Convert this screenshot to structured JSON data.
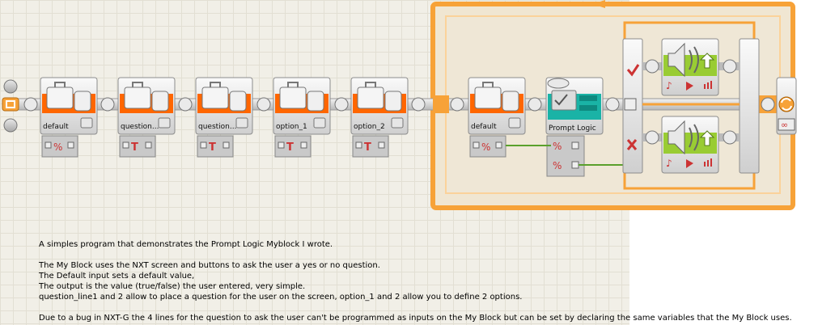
{
  "blocks": [
    {
      "label": "default",
      "kind": "variable",
      "plug": "logic"
    },
    {
      "label": "question...",
      "kind": "variable",
      "plug": "text"
    },
    {
      "label": "question...",
      "kind": "variable",
      "plug": "text"
    },
    {
      "label": "option_1",
      "kind": "variable",
      "plug": "text"
    },
    {
      "label": "option_2",
      "kind": "variable",
      "plug": "text"
    },
    {
      "label": "default",
      "kind": "variable",
      "plug": "logic"
    },
    {
      "label": "Prompt Logic",
      "kind": "myblock",
      "plug": "logic"
    }
  ],
  "switch_branches": {
    "true_icon": "check-icon",
    "false_icon": "cross-icon"
  },
  "sound_blocks": [
    {
      "icon": "speaker-icon"
    },
    {
      "icon": "speaker-icon"
    }
  ],
  "loop": {
    "icon": "loop-arrows-icon",
    "mode": "infinity-icon"
  },
  "comment": {
    "line1": "A simples program that demonstrates the Prompt Logic Myblock I wrote.",
    "line2": "The My Block uses the NXT screen and buttons to ask the user a yes or no question.",
    "line3": "The Default input sets a default value,",
    "line4": "The output is the value (true/false) the user entered, very simple.",
    "line5": "question_line1 and 2 allow to place a question for the user on the screen, option_1 and 2 allow you to define 2 options.",
    "line6": "Due to a bug in NXT-G the 4 lines for the question to ask the user can't be programmed as inputs on the My Block but can be set by declaring the same variables that the My Block uses."
  },
  "colors": {
    "beam": "#ff6600",
    "loop": "#f7a238",
    "sound": "#99cc33",
    "myblock": "#1ab3a6",
    "wire_logic": "#5aa02c"
  }
}
